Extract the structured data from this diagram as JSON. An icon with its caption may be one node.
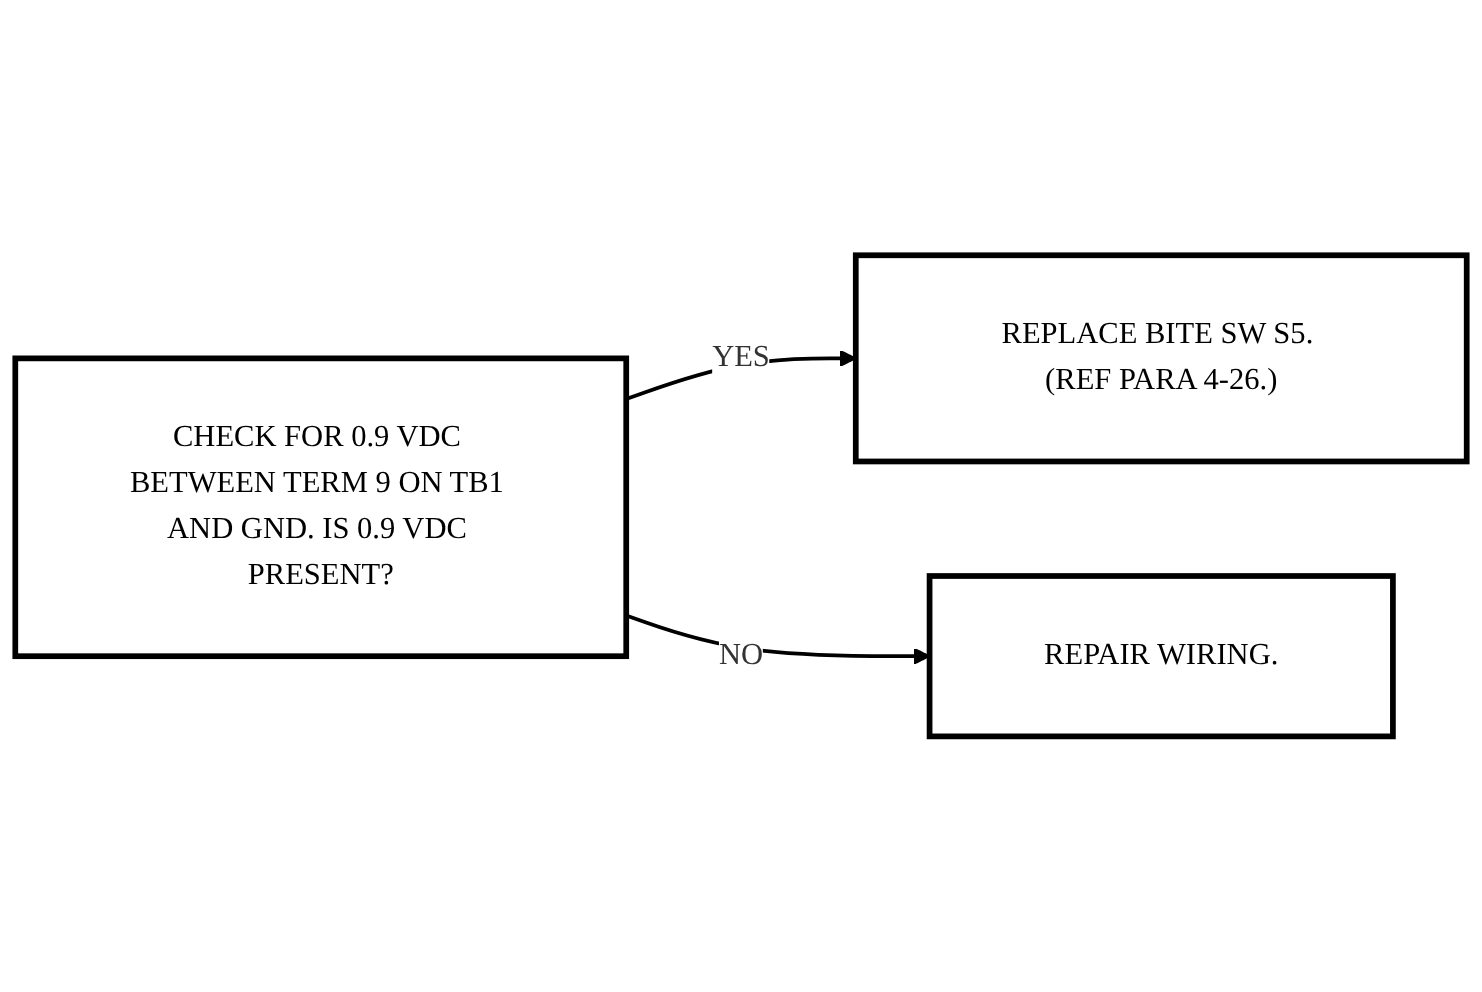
{
  "diagram": {
    "nodes": [
      {
        "text": [
          "CHECK FOR 0.9 VDC BETWEEN TERM 9 ON TB1 AND GND. IS 0.9 VDC PRESENT?"
        ]
      },
      {
        "text": [
          "REPLACE BITE SW S5. (REF PARA 4-26.)"
        ]
      },
      {
        "text": [
          "REPAIR WIRING."
        ]
      }
    ],
    "edges": [
      {
        "from": 0,
        "to": 1,
        "arrow": "to",
        "label": "YES"
      },
      {
        "from": 0,
        "to": 2,
        "arrow": "to",
        "label": "NO"
      }
    ]
  }
}
